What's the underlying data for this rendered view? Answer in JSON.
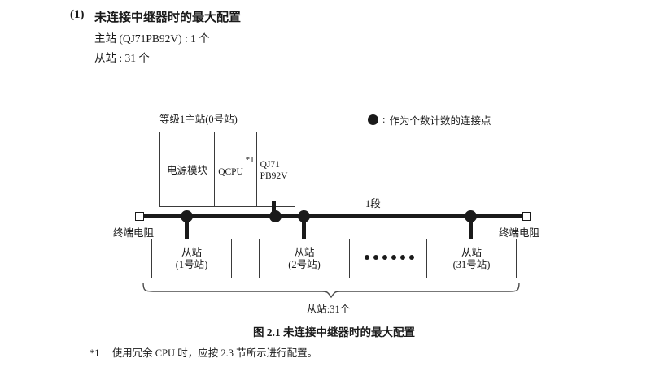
{
  "heading": {
    "number": "(1)",
    "title": "未连接中继器时的最大配置",
    "spec_master": "主站 (QJ71PB92V) : 1 个",
    "spec_slave": "从站 : 31 个"
  },
  "legend": {
    "icon": "filled-circle-icon",
    "separator": ":",
    "text": "作为个数计数的连接点"
  },
  "master_station": {
    "label": "等级1主站(0号站)",
    "cells": [
      {
        "name": "power-module",
        "text": "电源模块"
      },
      {
        "name": "qcpu",
        "text": "QCPU",
        "note": "*1"
      },
      {
        "name": "qj71-pb92v",
        "text": "QJ71\nPB92V"
      }
    ]
  },
  "bus": {
    "segment_label": "1段",
    "terminal_left": "终端电阻",
    "terminal_right": "终端电阻",
    "connection_points": 4
  },
  "slaves": [
    {
      "title": "从站",
      "station": "(1号站)"
    },
    {
      "title": "从站",
      "station": "(2号站)"
    },
    {
      "title": "从站",
      "station": "(31号站)"
    }
  ],
  "ellipsis_count": 6,
  "brace_label": "从站:31个",
  "figure_caption": "图 2.1  未连接中继器时的最大配置",
  "footnote": {
    "mark": "*1",
    "text": "使用冗余 CPU 时，应按 2.3 节所示进行配置。"
  },
  "colors": {
    "ink": "#1a1a1a",
    "box_border": "#3a3a3a",
    "background": "#ffffff"
  }
}
